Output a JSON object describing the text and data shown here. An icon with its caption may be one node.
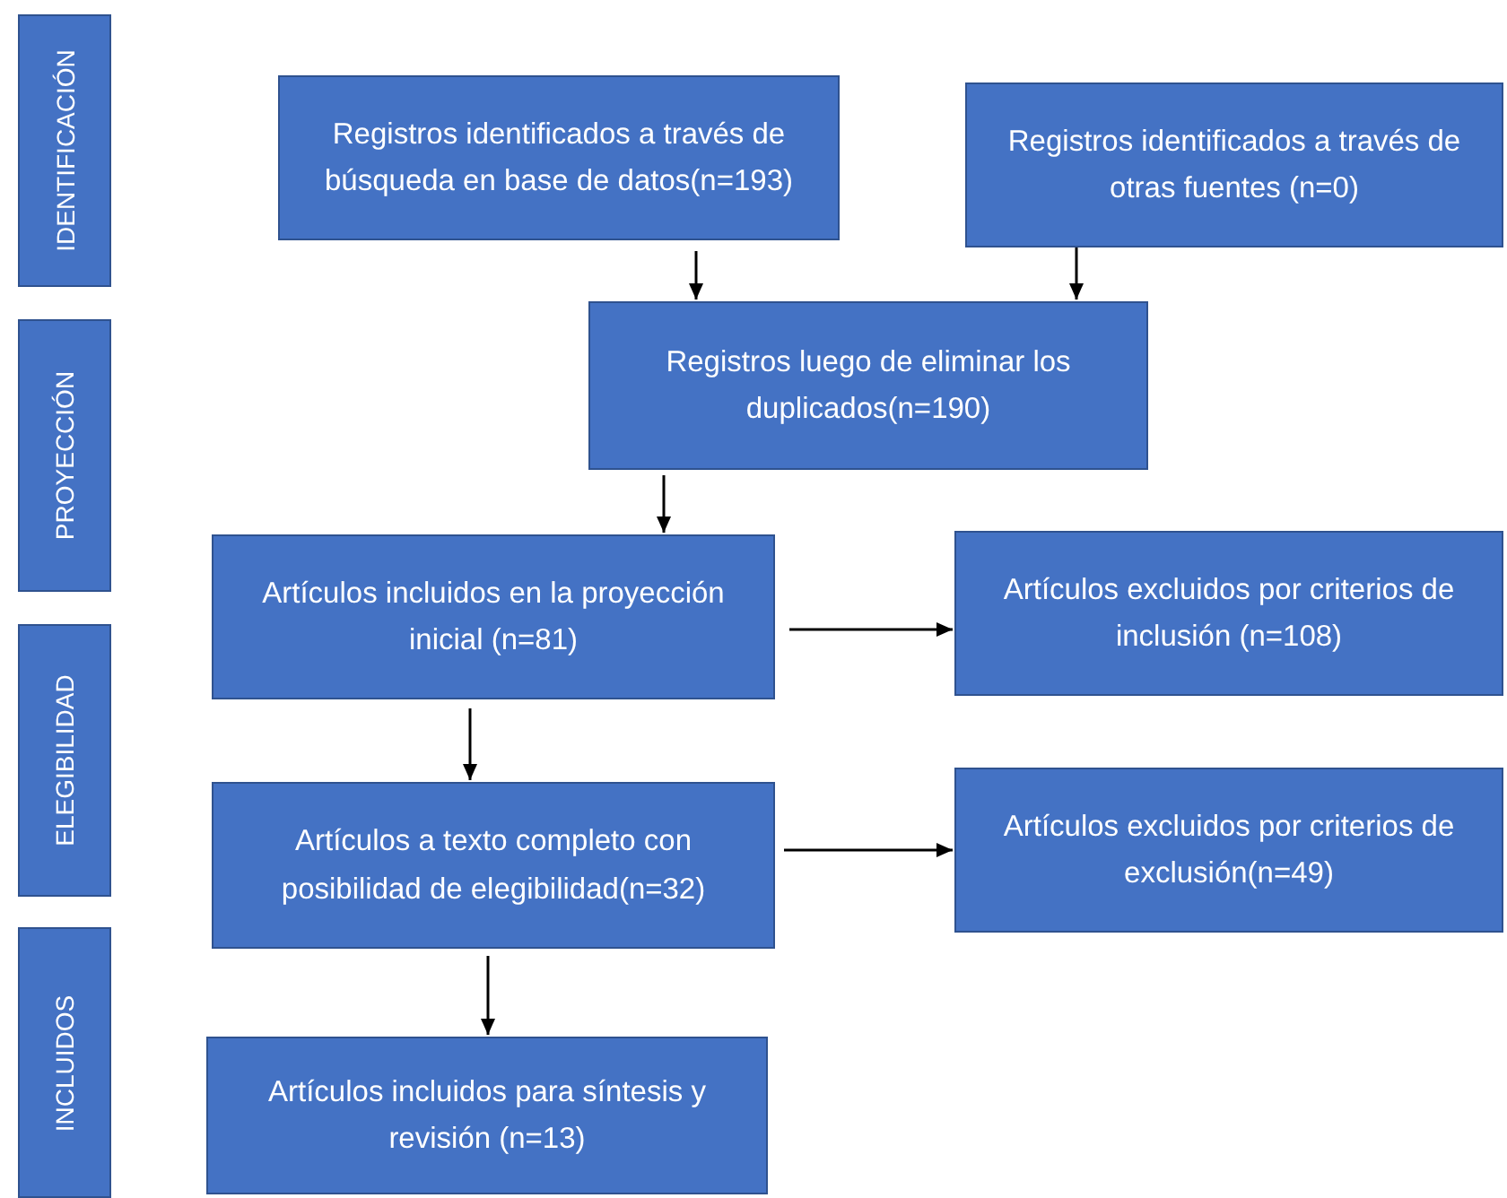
{
  "diagram": {
    "nodes": [
      {
        "text": [
          "IDENTIFICACIÓN"
        ]
      },
      {
        "text": [
          "PROYECCIÓN"
        ]
      },
      {
        "text": [
          "ELEGIBILIDAD"
        ]
      },
      {
        "text": [
          "INCLUIDOS"
        ]
      },
      {
        "text": [
          "Registros identificados a través de búsqueda en base de datos(n=193)"
        ]
      },
      {
        "text": [
          "Registros identificados a través de otras fuentes (n=0)"
        ]
      },
      {
        "text": [
          "Registros luego de eliminar los duplicados(n=190)"
        ]
      },
      {
        "text": [
          "Artículos incluidos en la proyección inicial (n=81)"
        ]
      },
      {
        "text": [
          "Artículos excluidos por criterios de inclusión (n=108)"
        ]
      },
      {
        "text": [
          "Artículos a texto completo con posibilidad de elegibilidad(n=32)"
        ]
      },
      {
        "text": [
          "Artículos excluidos por criterios de exclusión(n=49)"
        ]
      },
      {
        "text": [
          "Artículos incluidos para síntesis y revisión (n=13)"
        ]
      }
    ],
    "edges": [
      {
        "from": 4,
        "to": 6,
        "arrow": "to"
      },
      {
        "from": 5,
        "to": 6,
        "arrow": "to"
      },
      {
        "from": 6,
        "to": 7,
        "arrow": "to"
      },
      {
        "from": 7,
        "to": 8,
        "arrow": "to"
      },
      {
        "from": 7,
        "to": 9,
        "arrow": "to"
      },
      {
        "from": 9,
        "to": 10,
        "arrow": "to"
      },
      {
        "from": 9,
        "to": 11,
        "arrow": "to"
      }
    ]
  }
}
